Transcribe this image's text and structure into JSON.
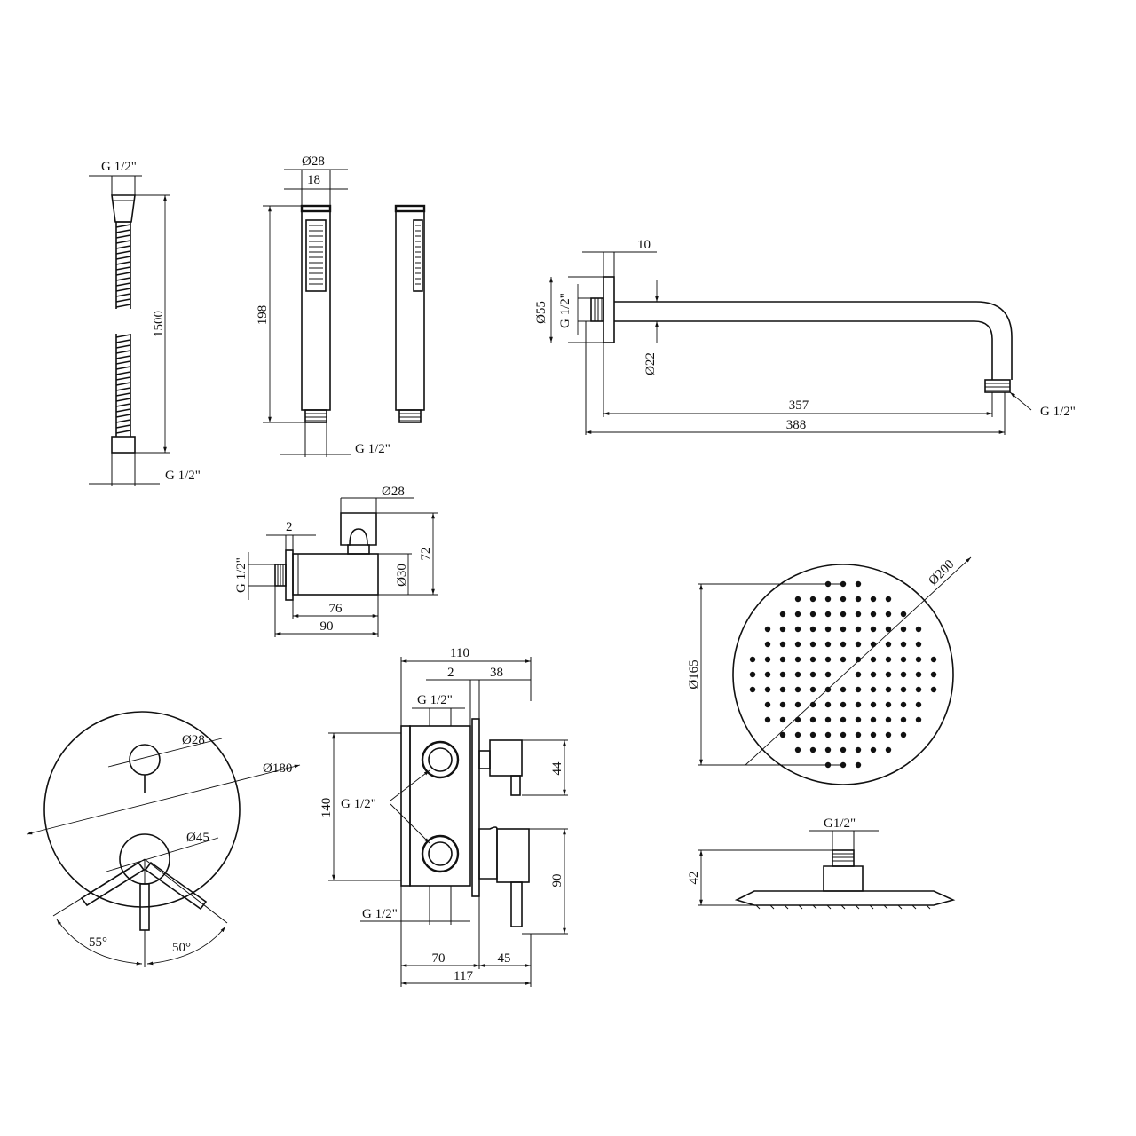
{
  "hose": {
    "thread_top": "G 1/2\"",
    "length": "1500",
    "thread_bottom": "G 1/2\""
  },
  "hand_shower": {
    "diameter": "Ø28",
    "width": "18",
    "length": "198",
    "thread": "G 1/2\""
  },
  "shower_arm": {
    "flange_thickness": "10",
    "flange_diameter": "Ø55",
    "thread_wall": "G 1/2\"",
    "pipe_diameter": "Ø22",
    "reach_inner": "357",
    "reach_total": "388",
    "thread_outlet": "G 1/2\""
  },
  "wall_outlet": {
    "holder_diameter": "Ø28",
    "gap": "2",
    "height": "72",
    "body_diameter": "Ø30",
    "thread": "G 1/2\"",
    "body_length": "76",
    "total_length": "90"
  },
  "cover_plate": {
    "diverter_diameter": "Ø28",
    "plate_diameter": "Ø180",
    "handle_diameter": "Ø45",
    "angle_left": "55°",
    "angle_right": "50°"
  },
  "valve_body": {
    "width_top": "110",
    "gap": "2",
    "depth_top": "38",
    "thread_top": "G 1/2\"",
    "thread_side": "G 1/2\"",
    "height": "140",
    "knob_height": "44",
    "lever_height": "90",
    "thread_bottom": "G 1/2\"",
    "body_depth": "70",
    "handle_depth": "45",
    "total_depth": "117"
  },
  "rain_head": {
    "diagonal_diameter": "Ø200",
    "face_diameter": "Ø165",
    "thread": "G1/2\"",
    "height": "42"
  }
}
